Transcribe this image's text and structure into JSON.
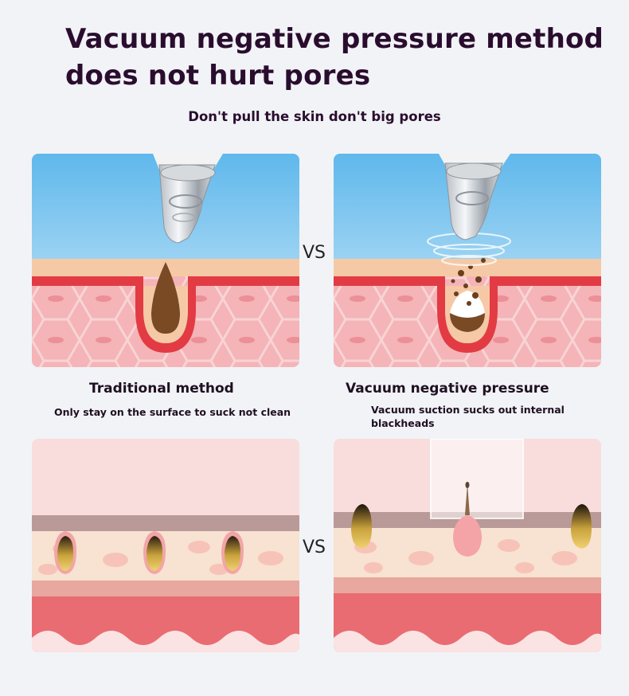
{
  "header": {
    "title_line1": "Vacuum negative pressure method",
    "title_line2": "does not hurt pores",
    "subtitle": "Don't pull the skin don't big pores"
  },
  "comparison": {
    "vs_label": "VS",
    "left": {
      "heading": "Traditional method",
      "description": "Only stay on the surface to suck not clean"
    },
    "right": {
      "heading": "Vacuum negative pressure",
      "description_line1": "Vacuum suction sucks out internal",
      "description_line2": "blackheads"
    }
  },
  "colors": {
    "sky_top": "#5fb8ec",
    "skin_surface": "#f6c9a6",
    "dermis_red": "#e23b44",
    "tissue_pink": "#f4b4b8",
    "blackhead_brown": "#7a4a24",
    "lower_skin_red": "#e96c72"
  }
}
